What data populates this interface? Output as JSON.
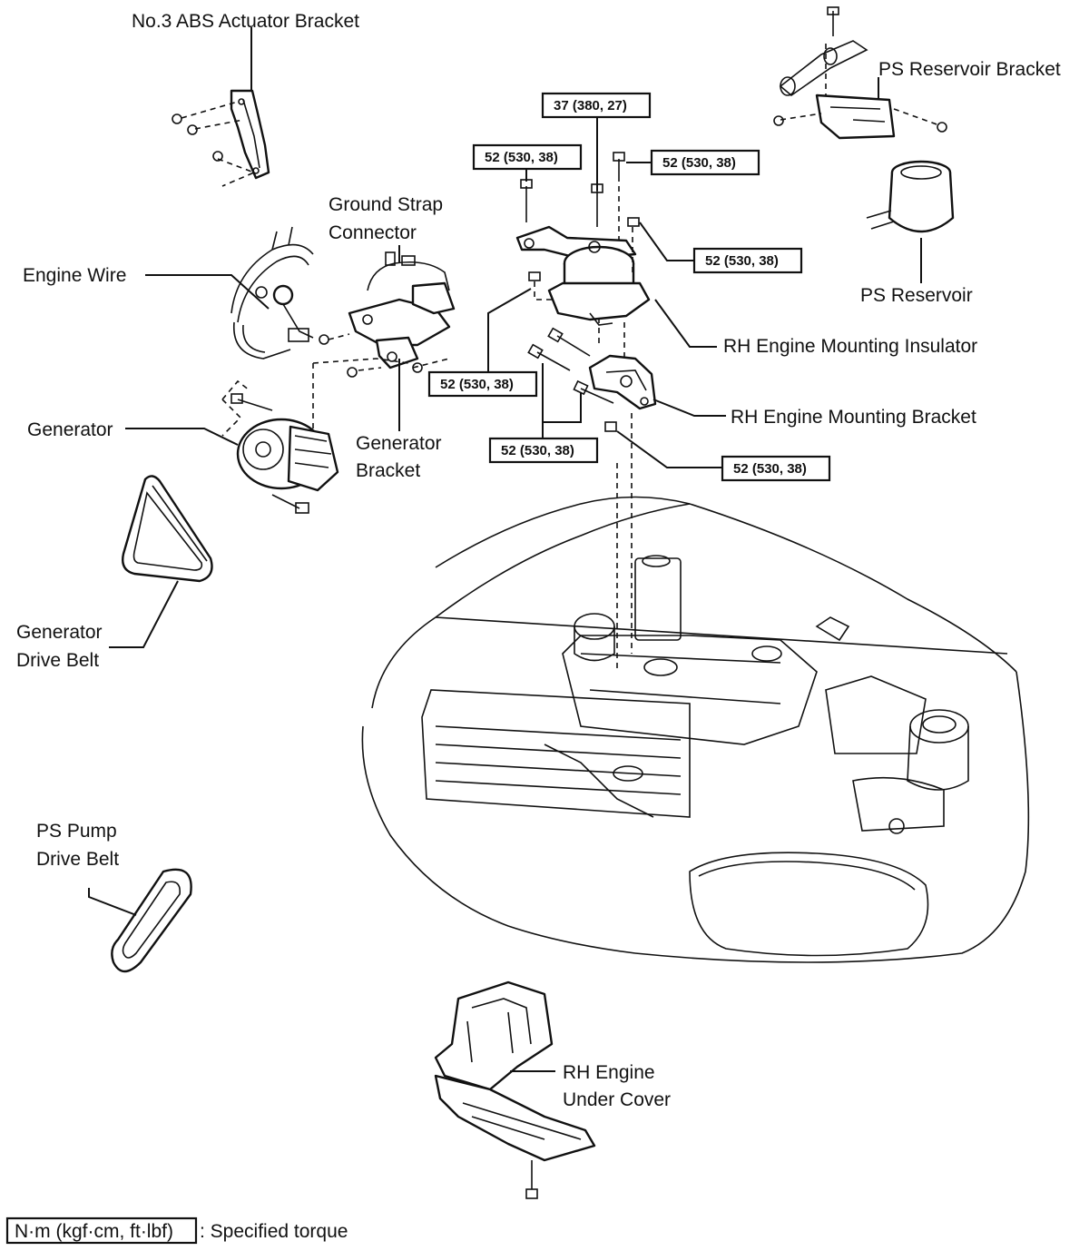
{
  "labels": {
    "abs_bracket": "No.3 ABS Actuator Bracket",
    "ps_reservoir_bracket": "PS Reservoir Bracket",
    "ground_strap_1": "Ground Strap",
    "ground_strap_2": "Connector",
    "engine_wire": "Engine Wire",
    "ps_reservoir": "PS Reservoir",
    "rh_mount_insulator": "RH Engine Mounting Insulator",
    "rh_mount_bracket": "RH Engine Mounting Bracket",
    "generator": "Generator",
    "generator_bracket_1": "Generator",
    "generator_bracket_2": "Bracket",
    "gen_belt_1": "Generator",
    "gen_belt_2": "Drive Belt",
    "ps_belt_1": "PS Pump",
    "ps_belt_2": "Drive Belt",
    "under_cover_1": "RH Engine",
    "under_cover_2": "Under Cover"
  },
  "torques": {
    "t1": "37 (380, 27)",
    "t2": "52 (530, 38)",
    "t3": "52 (530, 38)",
    "t4": "52 (530, 38)",
    "t5": "52 (530, 38)",
    "t6": "52 (530, 38)",
    "t7": "52 (530, 38)"
  },
  "legend": {
    "unit_box": "N·m (kgf·cm, ft·lbf)",
    "description": ": Specified torque"
  }
}
